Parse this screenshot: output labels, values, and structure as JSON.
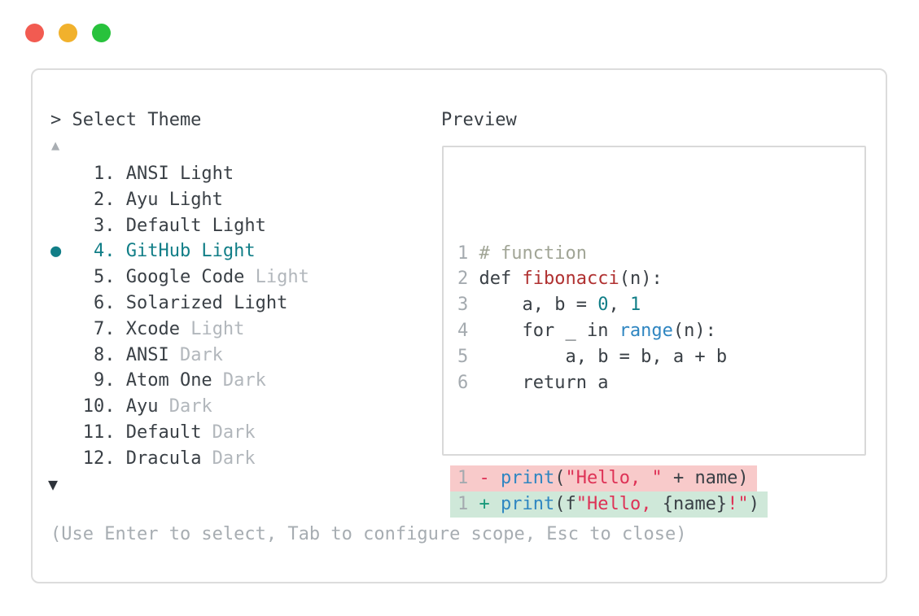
{
  "colors": {
    "accent_teal": "#117e87",
    "text": "#3a4046",
    "muted_suffix": "#b2b7bc",
    "footer_text": "#a7adb2",
    "line_number": "#a4aaaf",
    "comment": "#a1a596",
    "function_name_red": "#b03131",
    "builtin_blue": "#2f86c1",
    "string_crimson": "#de3256",
    "diff_plus_green": "#17997a",
    "diff_removed_bg": "#f8caca",
    "diff_added_bg": "#cfe8d9",
    "window_border": "#dcdcdc",
    "traffic_red": "#f25b51",
    "traffic_yellow": "#f1b12c",
    "traffic_green": "#28c23c"
  },
  "picker": {
    "prompt": "> Select Theme",
    "scroll_up": "▲",
    "scroll_down": "▼",
    "footer_hint": "(Use Enter to select, Tab to configure scope, Esc to close)",
    "selected_bullet": "●",
    "items": [
      {
        "number": "1",
        "name": "ANSI Light",
        "muted": "",
        "selected": false
      },
      {
        "number": "2",
        "name": "Ayu Light",
        "muted": "",
        "selected": false
      },
      {
        "number": "3",
        "name": "Default Light",
        "muted": "",
        "selected": false
      },
      {
        "number": "4",
        "name": "GitHub Light",
        "muted": "",
        "selected": true
      },
      {
        "number": "5",
        "name": "Google Code",
        "muted": "Light",
        "selected": false
      },
      {
        "number": "6",
        "name": "Solarized Light",
        "muted": "",
        "selected": false
      },
      {
        "number": "7",
        "name": "Xcode",
        "muted": "Light",
        "selected": false
      },
      {
        "number": "8",
        "name": "ANSI",
        "muted": "Dark",
        "selected": false
      },
      {
        "number": "9",
        "name": "Atom One",
        "muted": "Dark",
        "selected": false
      },
      {
        "number": "10",
        "name": "Ayu",
        "muted": "Dark",
        "selected": false
      },
      {
        "number": "11",
        "name": "Default",
        "muted": "Dark",
        "selected": false
      },
      {
        "number": "12",
        "name": "Dracula",
        "muted": "Dark",
        "selected": false
      }
    ]
  },
  "preview": {
    "title": "Preview",
    "code_lines": [
      {
        "num": "1",
        "tokens": [
          {
            "t": "# function",
            "c": "comment"
          }
        ]
      },
      {
        "num": "2",
        "tokens": [
          {
            "t": "def ",
            "c": "text"
          },
          {
            "t": "fibonacci",
            "c": "func"
          },
          {
            "t": "(n):",
            "c": "text"
          }
        ]
      },
      {
        "num": "3",
        "tokens": [
          {
            "t": "    a, b = ",
            "c": "text"
          },
          {
            "t": "0",
            "c": "num"
          },
          {
            "t": ", ",
            "c": "text"
          },
          {
            "t": "1",
            "c": "num"
          }
        ]
      },
      {
        "num": "4",
        "tokens": [
          {
            "t": "    for _ in ",
            "c": "text"
          },
          {
            "t": "range",
            "c": "builtin"
          },
          {
            "t": "(n):",
            "c": "text"
          }
        ]
      },
      {
        "num": "5",
        "tokens": [
          {
            "t": "        a, b = b, a + b",
            "c": "text"
          }
        ]
      },
      {
        "num": "6",
        "tokens": [
          {
            "t": "    return a",
            "c": "text"
          }
        ]
      }
    ],
    "diff_lines": [
      {
        "num": "1",
        "kind": "removed",
        "tokens": [
          {
            "t": "- ",
            "c": "minus"
          },
          {
            "t": "print",
            "c": "builtin"
          },
          {
            "t": "(",
            "c": "text"
          },
          {
            "t": "\"Hello, \"",
            "c": "string"
          },
          {
            "t": " + name)",
            "c": "text"
          }
        ]
      },
      {
        "num": "1",
        "kind": "added",
        "tokens": [
          {
            "t": "+ ",
            "c": "plus"
          },
          {
            "t": "print",
            "c": "builtin"
          },
          {
            "t": "(f",
            "c": "text"
          },
          {
            "t": "\"Hello, ",
            "c": "string"
          },
          {
            "t": "{name}",
            "c": "text"
          },
          {
            "t": "!\"",
            "c": "string"
          },
          {
            "t": ")",
            "c": "text"
          }
        ]
      }
    ]
  }
}
